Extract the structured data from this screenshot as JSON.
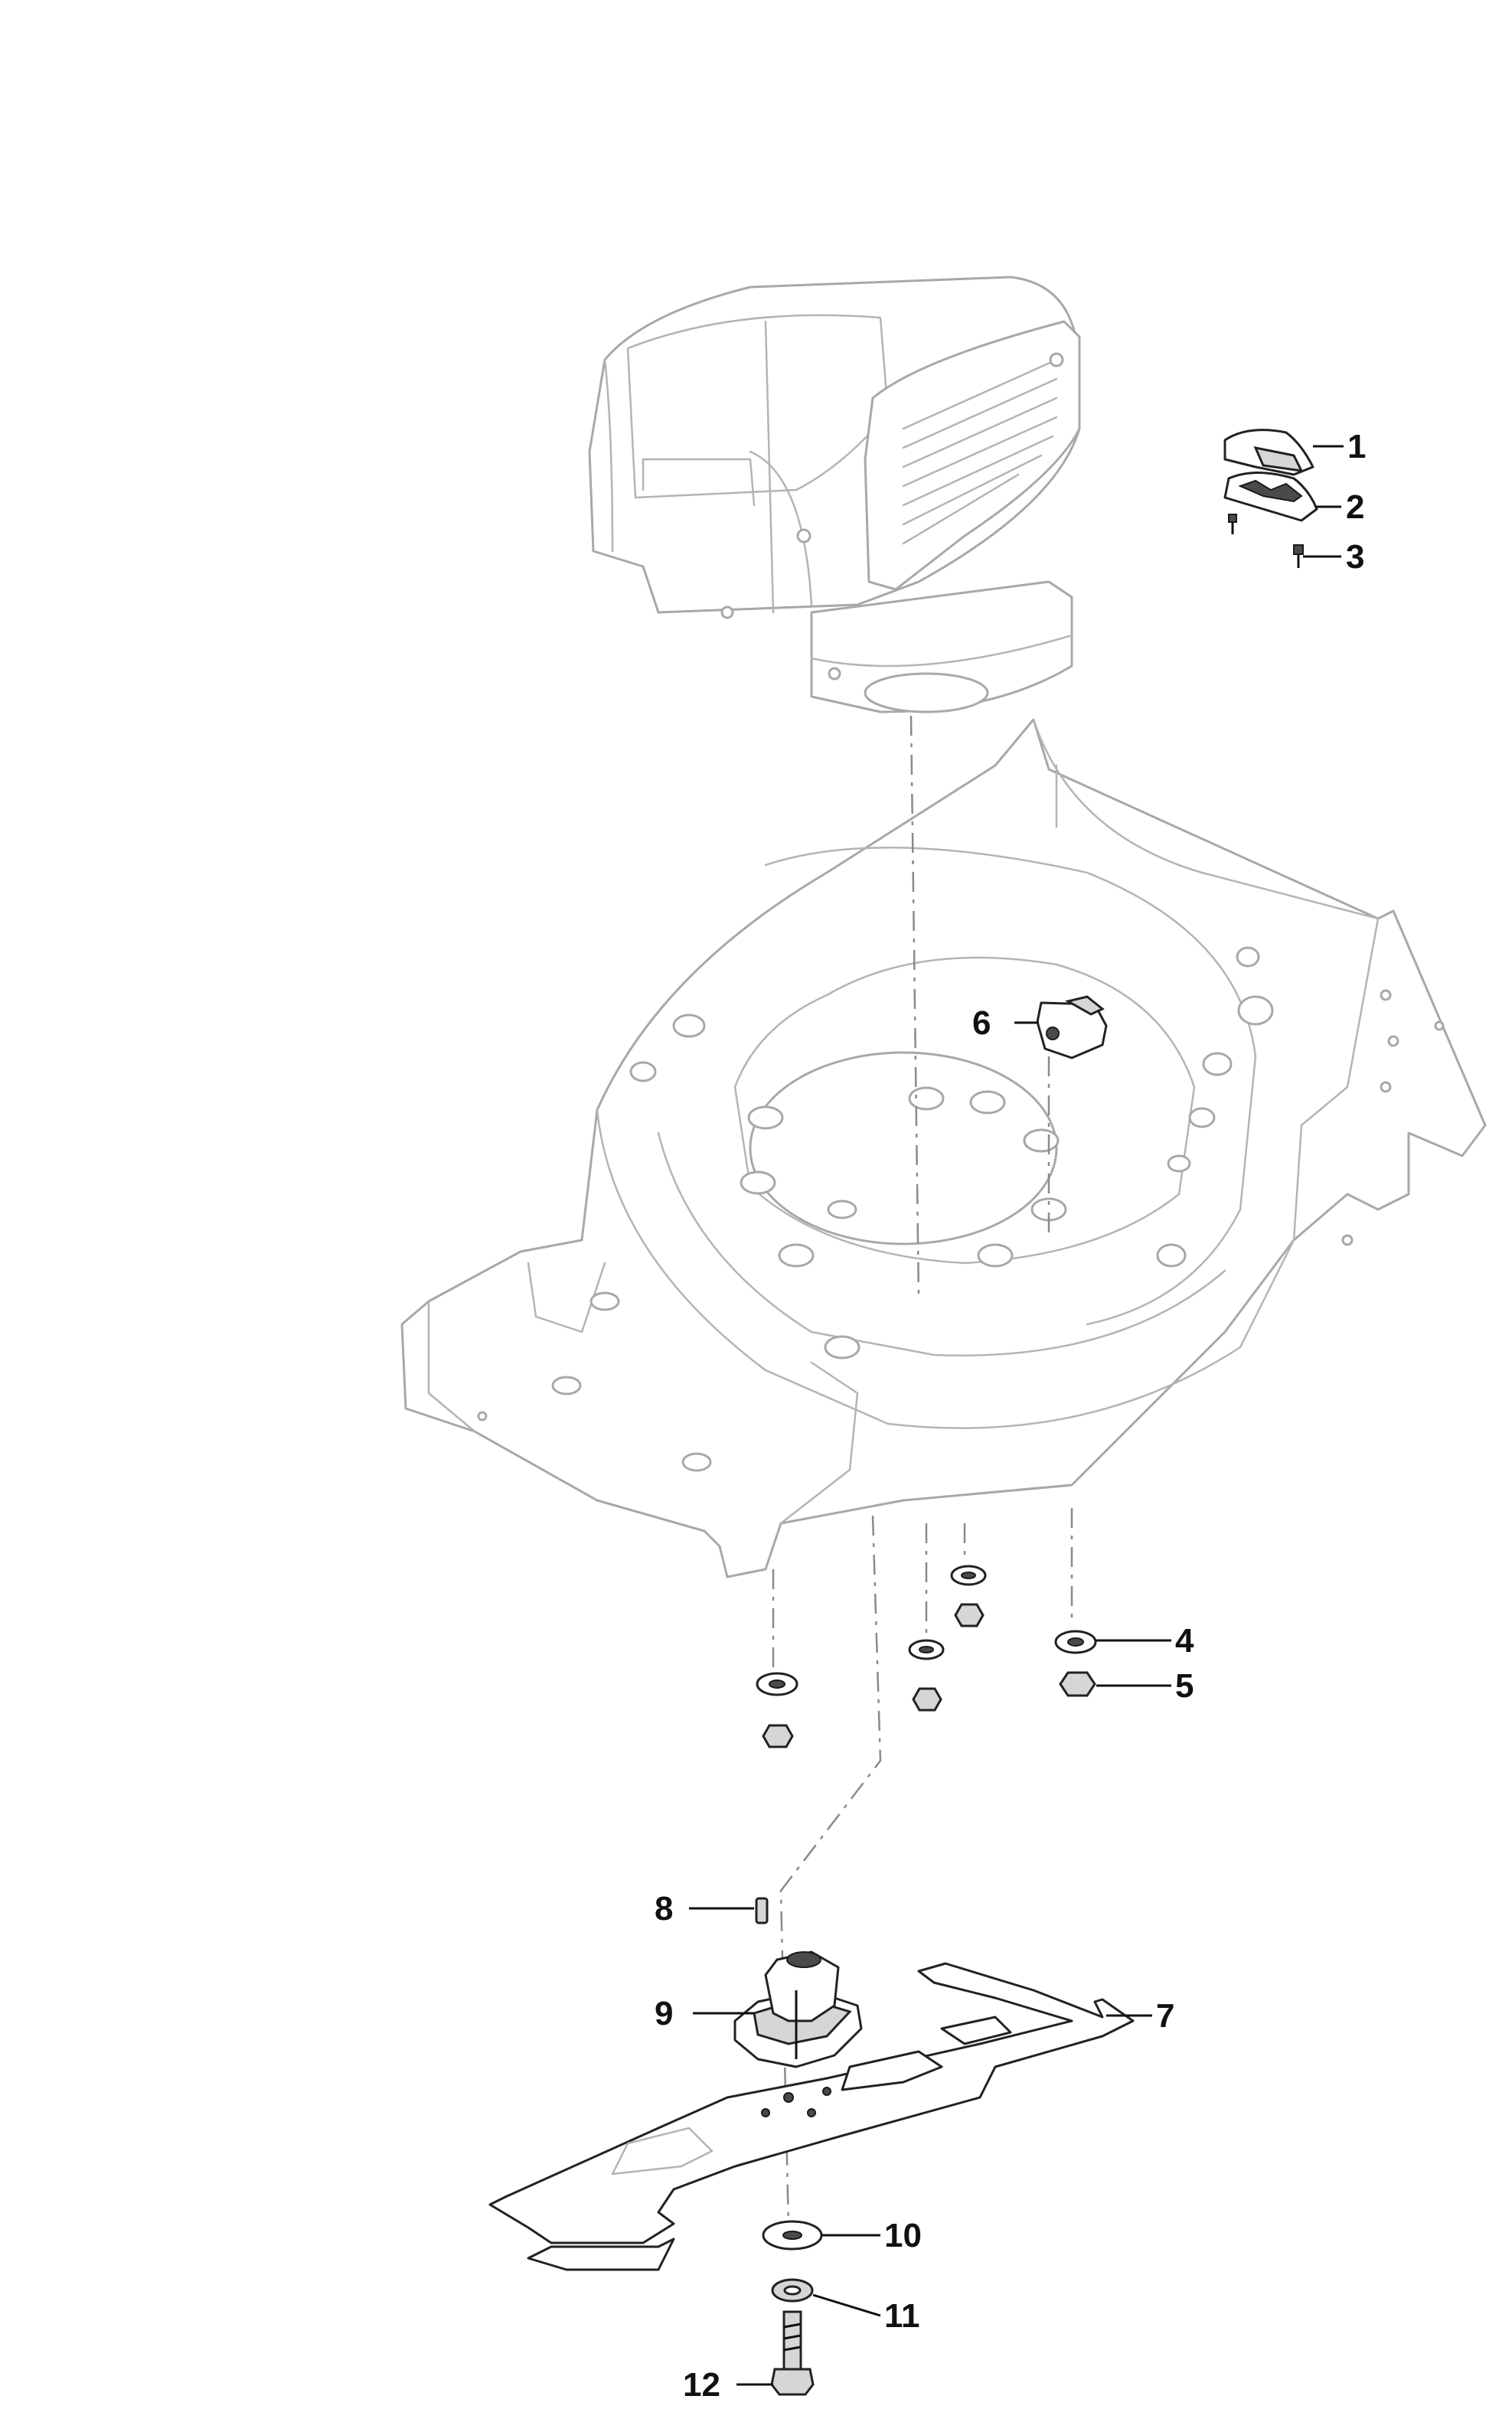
{
  "callouts": [
    {
      "id": "1",
      "label": "1"
    },
    {
      "id": "2",
      "label": "2"
    },
    {
      "id": "3",
      "label": "3"
    },
    {
      "id": "4",
      "label": "4"
    },
    {
      "id": "5",
      "label": "5"
    },
    {
      "id": "6",
      "label": "6"
    },
    {
      "id": "7",
      "label": "7"
    },
    {
      "id": "8",
      "label": "8"
    },
    {
      "id": "9",
      "label": "9"
    },
    {
      "id": "10",
      "label": "10"
    },
    {
      "id": "11",
      "label": "11"
    },
    {
      "id": "12",
      "label": "12"
    }
  ],
  "colors": {
    "ghost_outline": "#a8a8a8",
    "part_outline": "#222222",
    "callout_text": "#111111",
    "background": "#ffffff"
  }
}
